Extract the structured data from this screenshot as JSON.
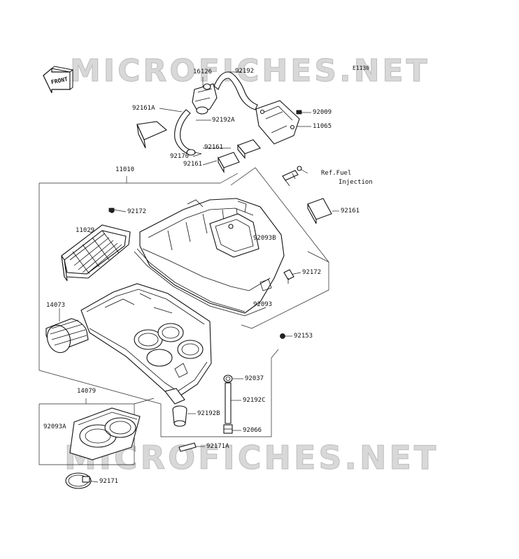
{
  "diagram": {
    "code": "E1130",
    "front_label": "FRONT",
    "watermark": "MICROFICHES.NET",
    "ref_note": {
      "line1": "Ref.Fuel",
      "line2": "Injection"
    },
    "callouts": [
      "92192",
      "16126",
      "92161A",
      "92192A",
      "92009",
      "11065",
      "92170",
      "92161",
      "92161",
      "11010",
      "92161",
      "92172",
      "11029",
      "92093B",
      "92172",
      "14073",
      "92093",
      "92153",
      "92037",
      "92192C",
      "14079",
      "92192B",
      "92093A",
      "92066",
      "92171A",
      "92171"
    ]
  }
}
